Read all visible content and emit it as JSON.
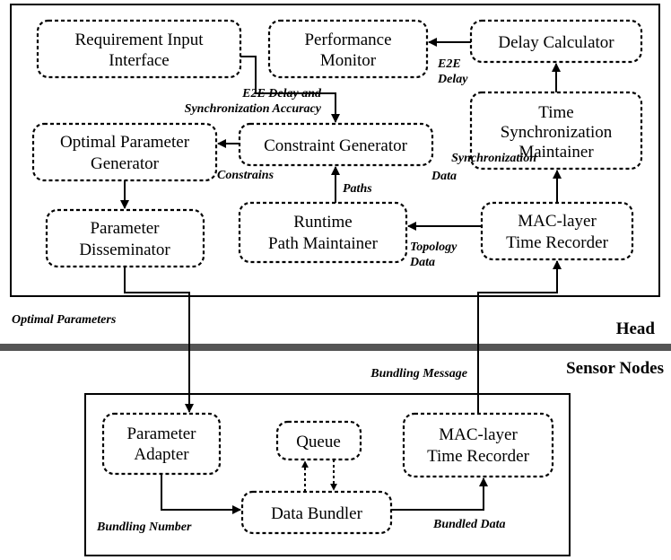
{
  "regions": {
    "head": "Head",
    "sensor": "Sensor Nodes"
  },
  "blocks": {
    "req_input": [
      "Requirement Input",
      "Interface"
    ],
    "perf_monitor": [
      "Performance",
      "Monitor"
    ],
    "delay_calc": [
      "Delay Calculator"
    ],
    "opt_param_gen": [
      "Optimal Parameter",
      "Generator"
    ],
    "constraint_gen": [
      "Constraint Generator"
    ],
    "time_sync": [
      "Time",
      "Synchronization",
      "Maintainer"
    ],
    "param_dissem": [
      "Parameter",
      "Disseminator"
    ],
    "runtime_path": [
      "Runtime",
      "Path Maintainer"
    ],
    "mac_head": [
      "MAC-layer",
      "Time Recorder"
    ],
    "param_adapter": [
      "Parameter",
      "Adapter"
    ],
    "queue": [
      "Queue"
    ],
    "mac_sensor": [
      "MAC-layer",
      "Time Recorder"
    ],
    "data_bundler": [
      "Data Bundler"
    ]
  },
  "labels": {
    "e2e_delay": [
      "E2E",
      "Delay"
    ],
    "e2e_sync": [
      "E2E Delay and",
      "Synchronization Accuracy"
    ],
    "constrains": "Constrains",
    "paths": "Paths",
    "sync_data": [
      "Synchronization",
      "Data"
    ],
    "topology_data": [
      "Topology",
      "Data"
    ],
    "optimal_parameters": "Optimal Parameters",
    "bundling_message": "Bundling Message",
    "bundling_number": "Bundling Number",
    "bundled_data": "Bundled Data"
  }
}
